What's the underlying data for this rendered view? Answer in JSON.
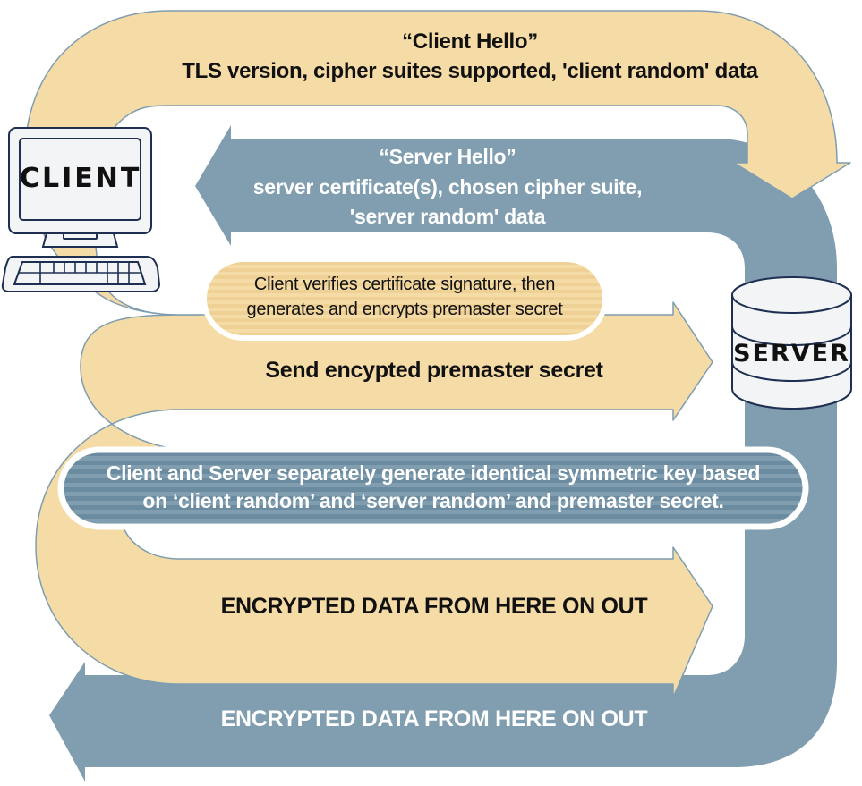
{
  "colors": {
    "client_flow": "#f5dba6",
    "client_flow_stroke": "#7f9db0",
    "server_flow": "#809eb0",
    "pill_client_stripe_a": "#f5dba6",
    "pill_client_stripe_b": "#efd095",
    "pill_server_stripe_a": "#809eb0",
    "pill_server_stripe_b": "#6a8ba0",
    "device_fill": "#f2f4f6",
    "device_stroke": "#1e2f52",
    "text_dark": "#111111",
    "text_light": "#ffffff"
  },
  "nodes": {
    "client": {
      "label": "CLIENT",
      "icon": "desktop-computer-icon"
    },
    "server": {
      "label": "SERVER",
      "icon": "database-server-icon"
    }
  },
  "steps": [
    {
      "id": "client-hello",
      "direction": "client-to-server",
      "title": "“Client Hello”",
      "detail": "TLS version, cipher suites supported, 'client random' data"
    },
    {
      "id": "server-hello",
      "direction": "server-to-client",
      "title": "“Server Hello”",
      "detail_line1": "server certificate(s), chosen cipher suite,",
      "detail_line2": "'server random' data"
    },
    {
      "id": "client-verify",
      "type": "note",
      "line1": "Client verifies certificate signature, then",
      "line2": "generates and encrypts premaster secret"
    },
    {
      "id": "send-premaster",
      "direction": "client-to-server",
      "label": "Send encypted premaster secret"
    },
    {
      "id": "key-generation",
      "type": "note",
      "line1": "Client and Server separately generate identical symmetric key based",
      "line2": "on ‘client random’ and ‘server random’ and premaster secret."
    },
    {
      "id": "encrypted-client",
      "direction": "client-to-server",
      "label": "ENCRYPTED DATA FROM HERE ON OUT"
    },
    {
      "id": "encrypted-server",
      "direction": "server-to-client",
      "label": "ENCRYPTED DATA FROM HERE ON OUT"
    }
  ]
}
